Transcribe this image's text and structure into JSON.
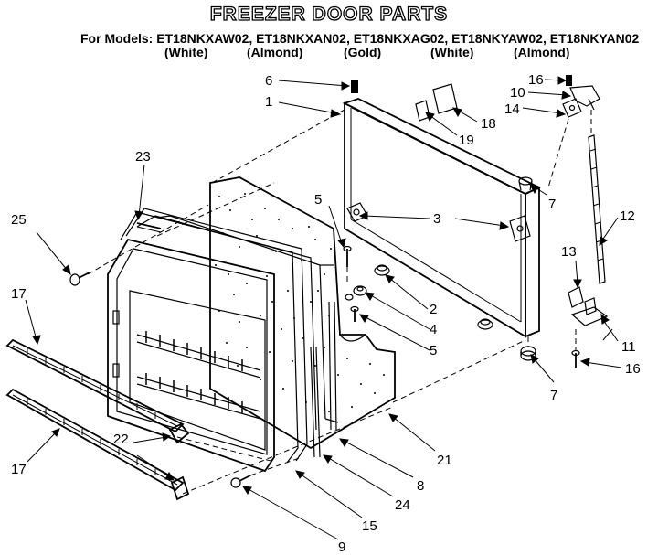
{
  "title": "FREEZER DOOR PARTS",
  "models_line": "For Models: ET18NKXAW02, ET18NKXAN02, ET18NKXAG02, ET18NKYAW02, ET18NKYAN02",
  "colors": [
    "(White)",
    "(Almond)",
    "(Gold)",
    "(White)",
    "(Almond)"
  ],
  "callouts": {
    "c6": "6",
    "c1": "1",
    "c16a": "16",
    "c10": "10",
    "c14": "14",
    "c18": "18",
    "c19": "19",
    "c7a": "7",
    "c12": "12",
    "c23": "23",
    "c5a": "5",
    "c3": "3",
    "c25": "25",
    "c13": "13",
    "c2": "2",
    "c4": "4",
    "c5b": "5",
    "c11": "11",
    "c17a": "17",
    "c16b": "16",
    "c7b": "7",
    "c21": "21",
    "c22": "22",
    "c8": "8",
    "c17b": "17",
    "c24": "24",
    "c15": "15",
    "c9": "9"
  }
}
